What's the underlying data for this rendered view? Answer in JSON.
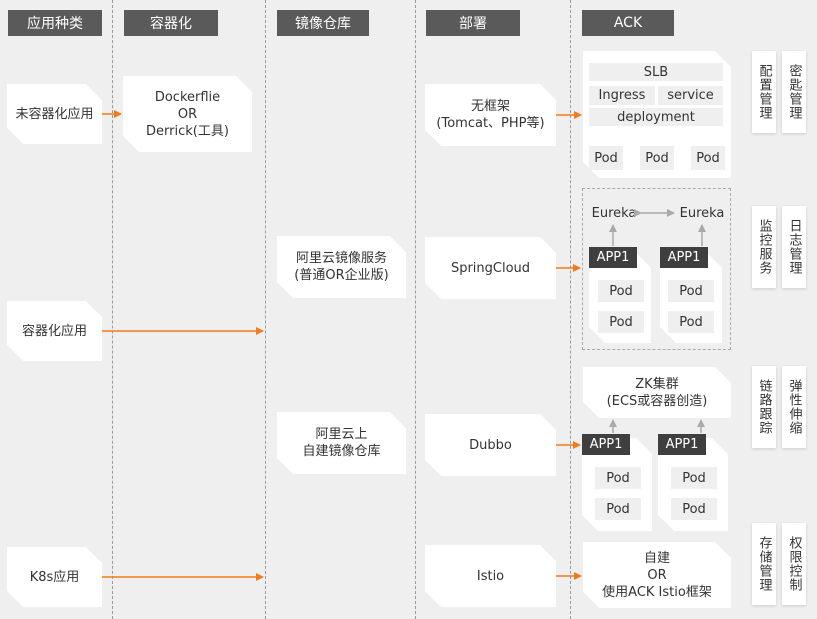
{
  "headers": [
    "应用种类",
    "容器化",
    "镜像仓库",
    "部署",
    "ACK"
  ],
  "colors": {
    "accent": "#f07c1c",
    "header_bg": "#5a5a5a",
    "dark_box": "#3f3f3f",
    "light_box": "#efefef",
    "gray_arrow": "#aaaaaa"
  },
  "apps": {
    "non_container": "未容器化应用",
    "container": "容器化应用",
    "k8s": "K8s应用"
  },
  "containerize": {
    "line1": "Dockerflie",
    "line2": "OR",
    "line3": "Derrick(工具)"
  },
  "registry": {
    "service": {
      "line1": "阿里云镜像服务",
      "line2": "(普通OR企业版)"
    },
    "selfbuilt": {
      "line1": "阿里云上",
      "line2": "自建镜像仓库"
    }
  },
  "deploy": {
    "noframe": {
      "line1": "无框架",
      "line2": "(Tomcat、PHP等)"
    },
    "springcloud": "SpringCloud",
    "dubbo": "Dubbo",
    "istio": "Istio"
  },
  "ack": {
    "slb_cluster": {
      "slb": "SLB",
      "ingress": "Ingress",
      "service": "service",
      "deployment": "deployment",
      "pods": [
        "Pod",
        "Pod",
        "Pod"
      ]
    },
    "spring_cluster": {
      "eureka_left": "Eureka",
      "eureka_right": "Eureka",
      "app_left": "APP1",
      "app_right": "APP1",
      "pods_left": [
        "Pod",
        "Pod"
      ],
      "pods_right": [
        "Pod",
        "Pod"
      ]
    },
    "dubbo_cluster": {
      "zk_line1": "ZK集群",
      "zk_line2": "(ECS或容器创造)",
      "app_left": "APP1",
      "app_right": "APP1",
      "pods_left": [
        "Pod",
        "Pod"
      ],
      "pods_right": [
        "Pod",
        "Pod"
      ]
    },
    "istio_cluster": {
      "line1": "自建",
      "line2": "OR",
      "line3": "使用ACK Istio框架"
    }
  },
  "side_labels": [
    [
      "配置管理",
      "密匙管理"
    ],
    [
      "监控服务",
      "日志管理"
    ],
    [
      "链路跟踪",
      "弹性伸缩"
    ],
    [
      "存储管理",
      "权限控制"
    ]
  ]
}
